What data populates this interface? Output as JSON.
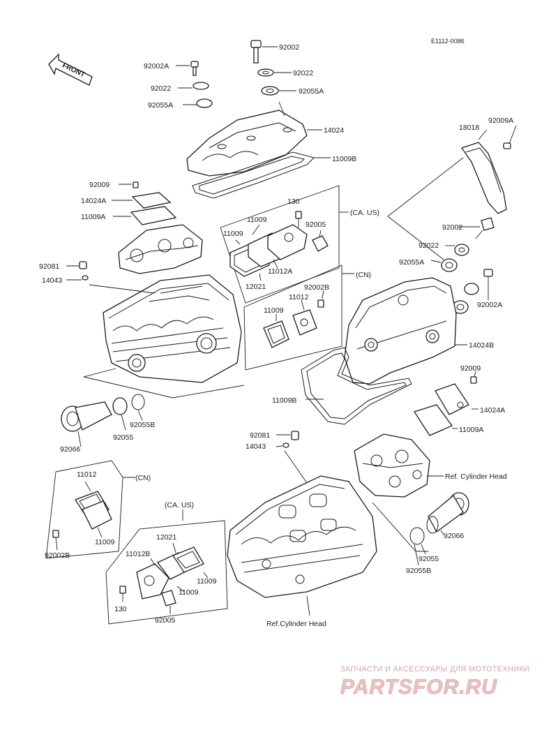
{
  "drawing_code": "E1112-0086",
  "front_arrow": "FRONT",
  "labels": {
    "p92002_top": "92002",
    "p92002A_tl": "92002A",
    "p92022_tl": "92022",
    "p92022_top": "92022",
    "p92055A_tl": "92055A",
    "p92055A_top": "92055A",
    "p14024": "14024",
    "p11009B_top": "11009B",
    "p92009A": "92009A",
    "p18018": "18018",
    "p92009_l": "92009",
    "p14024A_l": "14024A",
    "p11009A_l": "11009A",
    "p130_top": "130",
    "ca_us_top": "(CA. US)",
    "p11009_a": "11009",
    "p11009_b": "11009",
    "p92005_top": "92005",
    "p11012A": "11012A",
    "p12021_top": "12021",
    "p92081_l": "92081",
    "p14043_l": "14043",
    "cn_top": "(CN)",
    "p92002B_top": "92002B",
    "p11012_top": "11012",
    "p11009_cn": "11009",
    "p92002_r": "92002",
    "p92022_r": "92022",
    "p92055A_r": "92055A",
    "p92002A_r": "92002A",
    "p14024B": "14024B",
    "p92009_r": "92009",
    "p14024A_r": "14024A",
    "p11009B_r": "11009B",
    "p11009A_r": "11009A",
    "p92081_m": "92081",
    "p14043_m": "14043",
    "ref_cyl_head_r": "Ref. Cylinder Head",
    "p92066_l": "92066",
    "p92055_l": "92055",
    "p92055B_l": "92055B",
    "cn_bottom": "(CN)",
    "p11012_bl": "11012",
    "p11009_bl": "11009",
    "p92002B_bl": "92002B",
    "ca_us_bottom": "(CA. US)",
    "p12021_b": "12021",
    "p11012B": "11012B",
    "p11009_b1": "11009",
    "p11009_b2": "11009",
    "p130_b": "130",
    "p92005_b": "92005",
    "p92066_r": "92066",
    "p92055_r": "92055",
    "p92055B_r": "92055B",
    "ref_cyl_head_b": "Ref.Cylinder Head"
  },
  "watermark": {
    "tagline": "ЗАПЧАСТИ И АКСЕССУАРЫ ДЛЯ МОТОТЕХНИКИ",
    "brand": "PARTSFOR.RU"
  },
  "colors": {
    "ink": "#1a1a1a",
    "watermark_text": "#c9a9a9",
    "watermark_brand": "#e9c3c3"
  }
}
